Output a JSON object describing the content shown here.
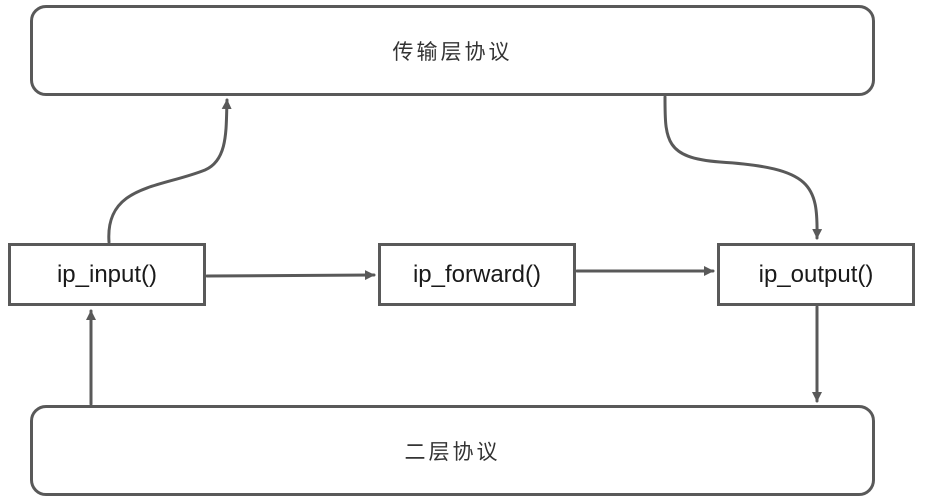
{
  "colors": {
    "stroke": "#595959",
    "text": "#333333",
    "background": "#ffffff"
  },
  "layers": {
    "transport": "传输层协议",
    "link": "二层协议"
  },
  "functions": {
    "ip_input": "ip_input()",
    "ip_forward": "ip_forward()",
    "ip_output": "ip_output()"
  },
  "flows": [
    {
      "from": "layers.link",
      "to": "functions.ip_input"
    },
    {
      "from": "functions.ip_input",
      "to": "layers.transport"
    },
    {
      "from": "functions.ip_input",
      "to": "functions.ip_forward"
    },
    {
      "from": "functions.ip_forward",
      "to": "functions.ip_output"
    },
    {
      "from": "layers.transport",
      "to": "functions.ip_output"
    },
    {
      "from": "functions.ip_output",
      "to": "layers.link"
    }
  ]
}
